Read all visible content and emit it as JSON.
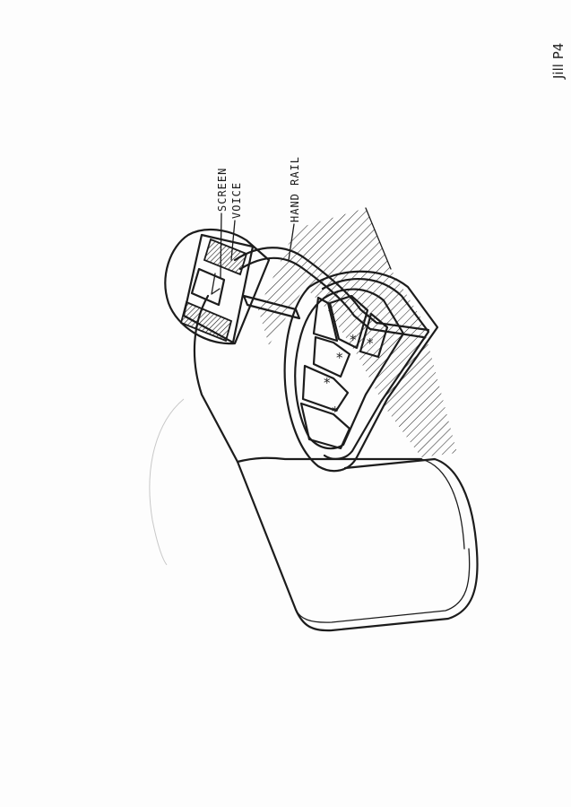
{
  "labels": {
    "screen": "SCREEN",
    "voice": "VOICE",
    "hand_rail": "HAND RAIL"
  },
  "signature": "Jill P4",
  "keypad": {
    "key_mark": "*",
    "key_count": 6
  },
  "colors": {
    "ink": "#1c1c1c",
    "paper": "#fdfdfd",
    "hatch": "#2a2a2a"
  }
}
